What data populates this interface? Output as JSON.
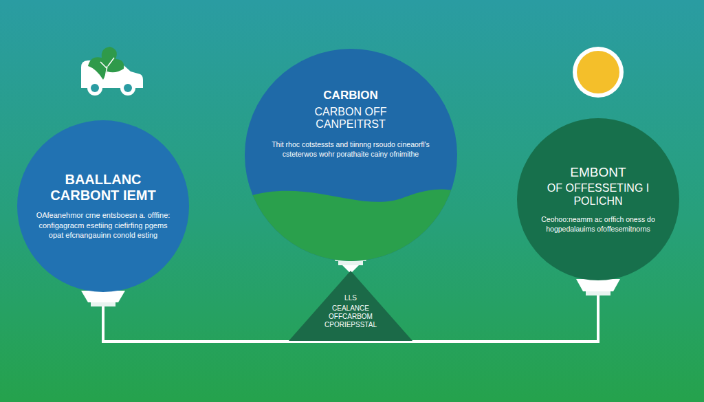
{
  "diagram": {
    "nodes": [
      {
        "text": [
          "BAALLANC CARBONT IEMT",
          "OAfeanehmor crne entsboesn a. offfine: configagracm esetiing ciefirfing pgems opat efcnangauinn conold esting"
        ]
      },
      {
        "text": [
          "CARBION",
          "CARBON OFF CANPEITRST",
          "Thit rhoc cotstessts and tiinnng rsoudo cineaorfl's csteterwos wohr porathaite cainy ofnimithe"
        ]
      },
      {
        "text": [
          "EMBONT",
          "OF OFFESSETING I POLICHN",
          "Ceohoo:neamm ac orffich oness do hogpedalauims ofoffesemitnorns"
        ]
      },
      {
        "text": [
          "LLS",
          "CEALANCE OFFCARBOM CPORIEPSSTAL"
        ]
      }
    ],
    "edges": [
      {
        "from": 0,
        "to": 2,
        "arrow": "none"
      }
    ]
  }
}
